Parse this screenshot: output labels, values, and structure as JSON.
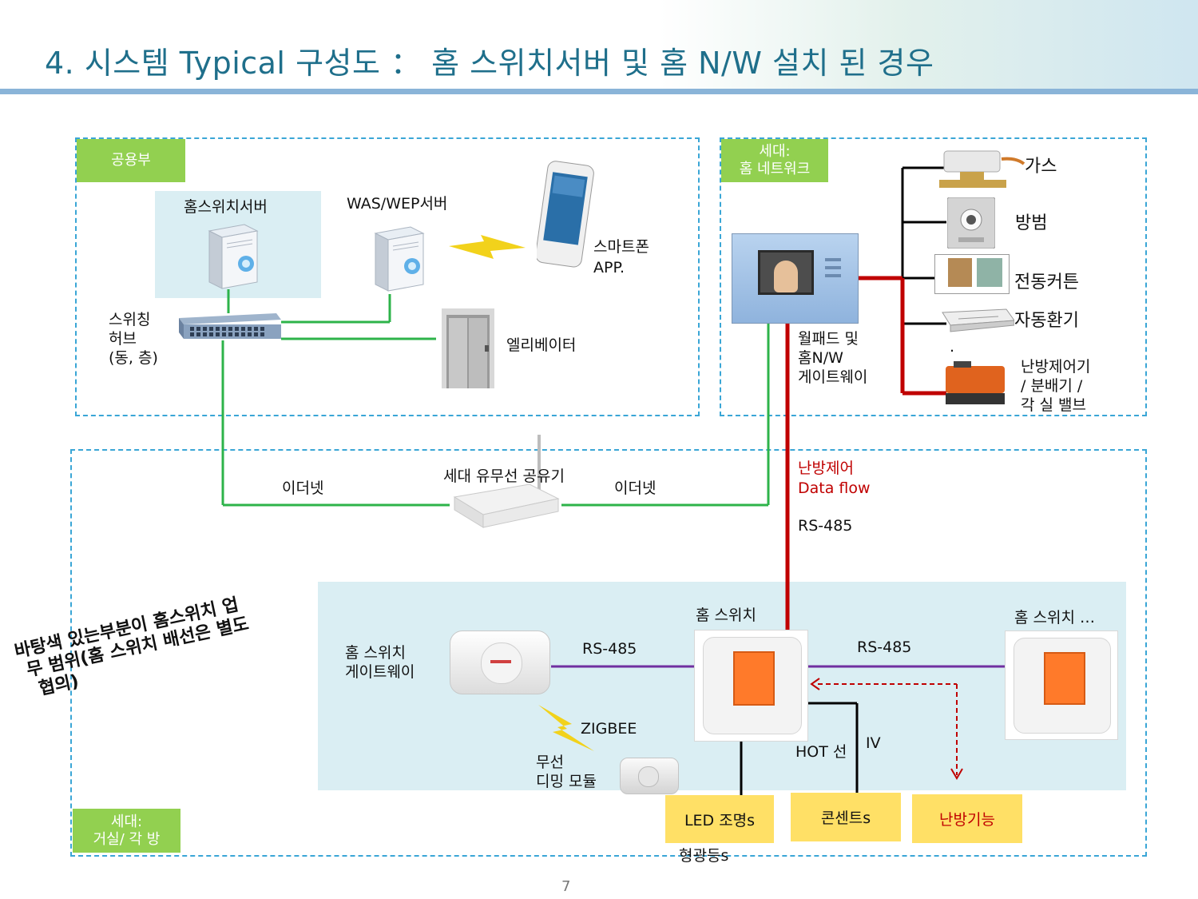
{
  "title": "4. 시스템 Typical 구성도 ： 홈 스위치서버  및  홈 N/W  설치 된 경우",
  "page_number": "7",
  "sections": {
    "common": "공용부",
    "household_network": [
      "세대:",
      "홈 네트워크"
    ],
    "household_rooms": [
      "세대:",
      "거실/ 각 방"
    ]
  },
  "labels": {
    "home_switch_server": "홈스위치서버",
    "was_wep_server": "WAS/WEP서버",
    "smartphone": [
      "스마트폰",
      "APP."
    ],
    "switching_hub": [
      "스위칭",
      "허브",
      "(동, 층)"
    ],
    "elevator": "엘리베이터",
    "wallpad": [
      "월패드 및",
      "홈N/W",
      "게이트웨이"
    ],
    "gas": "가스",
    "security": "방범",
    "curtain": "전동커튼",
    "ventilation": "자동환기",
    "heating": [
      "난방제어기",
      "/ 분배기 /",
      "각 실 밸브"
    ],
    "router": "세대 유무선 공유기",
    "ethernet_left": "이더넷",
    "ethernet_right": "이더넷",
    "heating_flow": [
      "난방제어",
      "Data flow"
    ],
    "rs485_vertical": "RS-485",
    "home_switch_center": "홈 스위치",
    "home_switch_right": "홈 스위치 …",
    "switch_gateway": [
      "홈 스위치",
      "게이트웨이"
    ],
    "rs485_left": "RS-485",
    "rs485_right": "RS-485",
    "zigbee": "ZIGBEE",
    "dimming": [
      "무선",
      "디밍 모듈"
    ],
    "hot_line": "HOT 선",
    "iv": "IV",
    "led_light": "LED 조명s",
    "fluorescent": "형광등s",
    "outlet": "콘센트s",
    "heating_function": "난방기능",
    "note": [
      "바탕색 있는부분이 홈스위치 업",
      "무 범위(홈 스위치 배선은 별도",
      "협의)"
    ]
  },
  "colors": {
    "title": "#1f6f8b",
    "tag": "#92d050",
    "dashed_border": "#3aa6d6",
    "ethernet_line": "#2db34a",
    "heating_line": "#c00000",
    "rs485_line": "#7030a0",
    "highlight_bg": "#daeef3",
    "yellow_box": "#ffe066"
  }
}
